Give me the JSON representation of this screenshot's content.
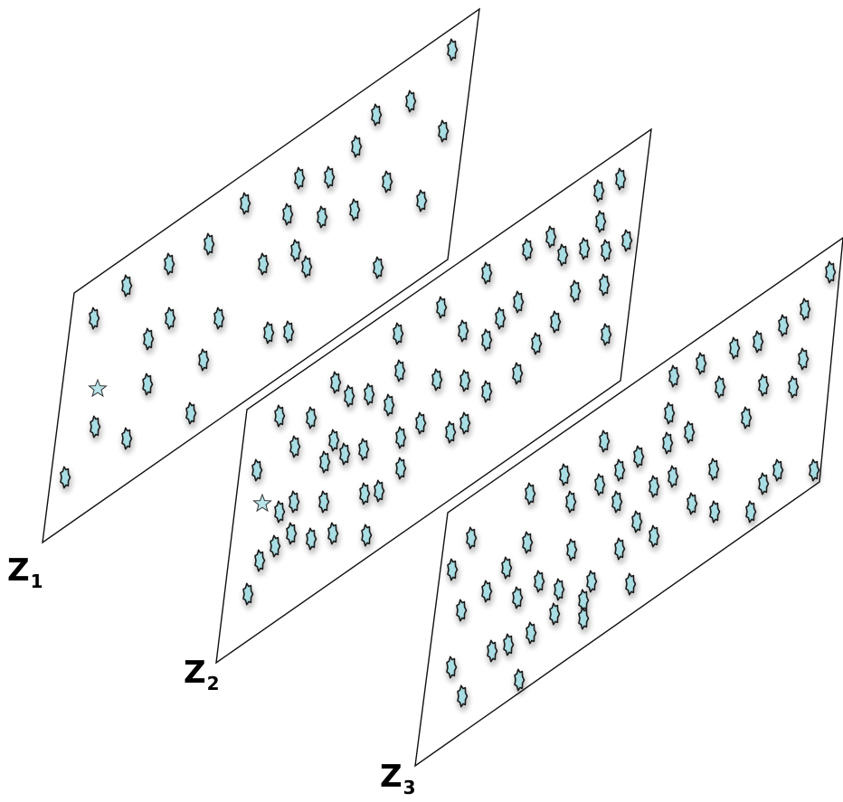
{
  "diagram": {
    "layers": [
      {
        "label": "Z",
        "subscript": "1",
        "marked_item": "star"
      },
      {
        "label": "Z",
        "subscript": "2",
        "marked_item": "star"
      },
      {
        "label": "Z",
        "subscript": "3",
        "marked_item": null
      }
    ],
    "colors": {
      "item_fill": "#a8dde3",
      "outline": "#111111",
      "background": "#ffffff"
    },
    "item_icon": "particle-icon",
    "marker_icon": "star-icon"
  }
}
